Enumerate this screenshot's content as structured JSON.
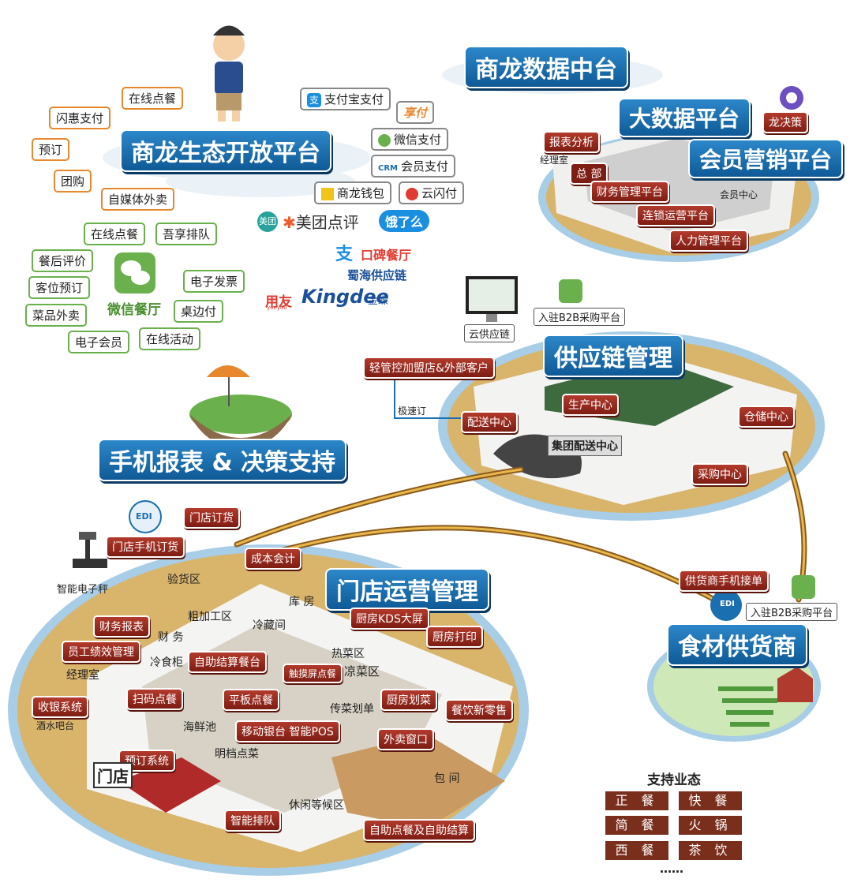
{
  "titles": {
    "data_center": "商龙数据中台",
    "ecosystem": "商龙生态开放平台",
    "big_data": "大数据平台",
    "member_marketing": "会员营销平台",
    "supply_chain": "供应链管理",
    "mobile_report": "手机报表 & 决策支持",
    "store_ops": "门店运营管理",
    "supplier": "食材供货商"
  },
  "ecosystem_left": [
    "在线点餐",
    "闪惠支付",
    "预订",
    "团购",
    "自媒体外卖"
  ],
  "payments": [
    "支付宝支付",
    "微信支付",
    "会员支付",
    "商龙钱包",
    "云闪付"
  ],
  "payment_brands": {
    "xiangfu": "享付",
    "crm": "CRM"
  },
  "partners": [
    "美团",
    "美团点评",
    "饿了么",
    "口碑餐厅",
    "蜀海供应链",
    "用友",
    "Kingdee",
    "金蝶",
    "yonyou"
  ],
  "wechat": {
    "center": "微信餐厅",
    "items": [
      "在线点餐",
      "吾享排队",
      "餐后评价",
      "客位预订",
      "电子发票",
      "菜品外卖",
      "桌边付",
      "电子会员",
      "在线活动"
    ]
  },
  "big_data_platform": {
    "report_analysis": "报表分析",
    "manager_room": "经理室",
    "hq": "总 部",
    "finance_platform": "财务管理平台",
    "member_center": "会员中心",
    "chain_ops_platform": "连锁运营平台",
    "hr_platform": "人力管理平台",
    "longjuece": "龙决策"
  },
  "supply_chain": {
    "cloud_supply": "云供应链",
    "b2b": "入驻B2B采购平台",
    "light_franchise": "轻管控加盟店&外部客户",
    "fast_order": "极速订",
    "distribution_center": "配送中心",
    "production_center": "生产中心",
    "warehouse_center": "仓储中心",
    "group_distribution": "集团配送中心",
    "purchase_center": "采购中心"
  },
  "store": {
    "edi": "EDI",
    "store_order": "门店订货",
    "mobile_order": "门店手机订货",
    "smart_scale": "智能电子秤",
    "cost_accounting": "成本会计",
    "inspection": "验货区",
    "rough_processing": "粗加工区",
    "warehouse": "库 房",
    "cold_storage": "冷藏间",
    "kitchen_kds": "厨房KDS大屏",
    "finance_report": "财务报表",
    "finance": "财 务",
    "kitchen_print": "厨房打印",
    "staff_kpi": "员工绩效管理",
    "hot_zone": "热菜区",
    "cold_cabinet": "冷食柜",
    "self_checkout": "自助结算餐台",
    "touch_order": "触摸屏点餐",
    "cold_dish_zone": "凉菜区",
    "manager_room": "经理室",
    "scan_order": "扫码点餐",
    "tablet_order": "平板点餐",
    "kitchen_routing": "厨房划菜",
    "cashier": "收银系统",
    "serving_line": "传菜划单",
    "new_retail": "餐饮新零售",
    "bar": "酒水吧台",
    "seafood_pool": "海鲜池",
    "mobile_pos": "移动银台 智能POS",
    "takeout_window": "外卖窗口",
    "reservation": "预订系统",
    "open_display": "明档点菜",
    "private_room": "包 间",
    "store_door": "门店",
    "waiting_area": "休闲等候区",
    "smart_queue": "智能排队",
    "self_order": "自助点餐及自助结算"
  },
  "supplier_area": {
    "mobile_accept": "供货商手机接单",
    "b2b": "入驻B2B采购平台",
    "edi": "EDI"
  },
  "formats": {
    "title": "支持业态",
    "items": [
      "正 餐",
      "快 餐",
      "简 餐",
      "火 锅",
      "西 餐",
      "茶 饮"
    ],
    "more": "……"
  },
  "colors": {
    "title_blue": "#1a6fb0",
    "label_red": "#9a2b1f",
    "ecosystem_orange": "#e8882e",
    "wechat_green": "#6ab04c",
    "platform_sand": "#d9b46b",
    "platform_rim": "#8fc0e0",
    "format_brown": "#7a2e1c"
  }
}
